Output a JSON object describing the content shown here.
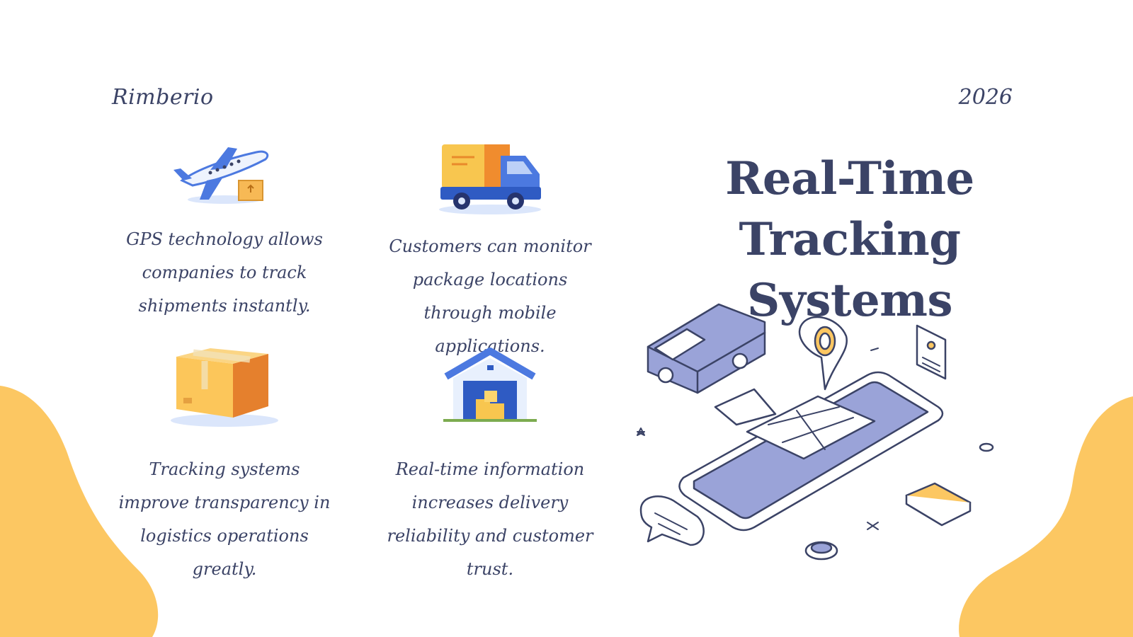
{
  "header": {
    "brand": "Rimberio",
    "year": "2026"
  },
  "title": {
    "line1": "Real-Time",
    "line2": "Tracking Systems"
  },
  "features": [
    {
      "icon": "airplane-package-icon",
      "text": "GPS technology allows companies to track shipments instantly."
    },
    {
      "icon": "delivery-truck-icon",
      "text": "Customers can monitor package locations through mobile applications."
    },
    {
      "icon": "cardboard-box-icon",
      "text": "Tracking systems improve transparency in logistics operations greatly."
    },
    {
      "icon": "warehouse-icon",
      "text": "Real-time information increases delivery reliability and customer trust."
    }
  ],
  "hero": {
    "icon": "phone-map-tracking-illustration"
  },
  "colors": {
    "text": "#3b4366",
    "accent_yellow": "#fcc762",
    "accent_blue": "#4c79e0",
    "accent_lavender": "#9aa3d8"
  }
}
